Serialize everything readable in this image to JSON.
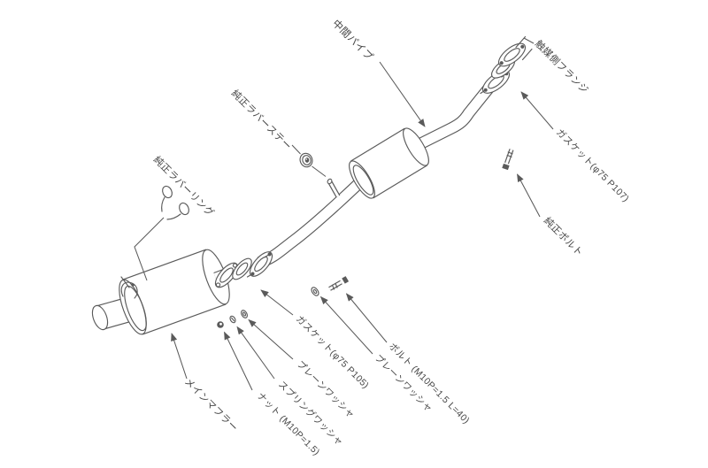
{
  "diagram": {
    "type": "exhaust-system-parts-diagram",
    "colors": {
      "line": "#5a5a5a",
      "text": "#474747",
      "bg": "#ffffff"
    },
    "labels": {
      "middle_pipe": "中間パイプ",
      "catalyst_side_flange": "触媒側フランジ",
      "gasket_upper": "ガスケット(φ75 P107)",
      "oem_bolt": "純正ボルト",
      "oem_rubber_stay": "純正ラバーステー",
      "oem_rubber_ring": "純正ラバーリング",
      "main_muffler": "メインマフラー",
      "nut": "ナット (M10P=1.5)",
      "spring_washer": "スプリングワッシャ",
      "plain_washer_front": "プレーンワッシャ",
      "gasket_lower": "ガスケット(φ75 P105)",
      "plain_washer_rear": "プレーンワッシャ",
      "bolt": "ボルト (M10P=1.5 L=40)"
    }
  }
}
